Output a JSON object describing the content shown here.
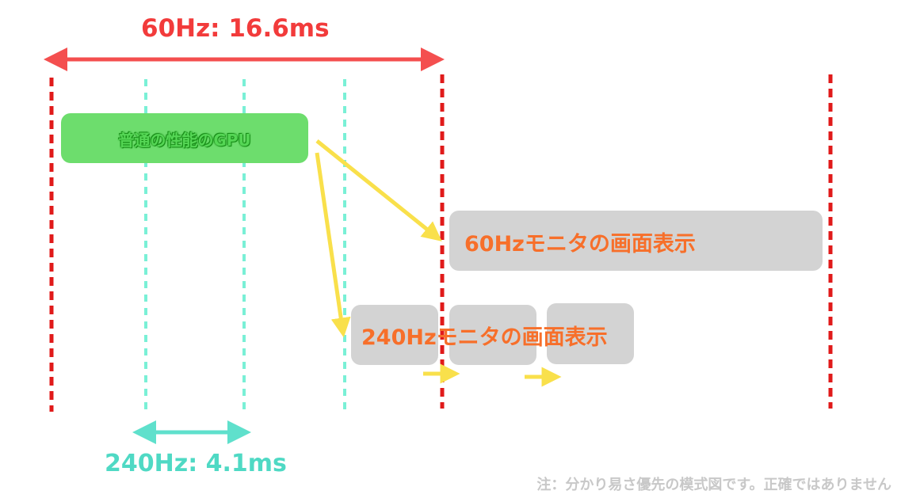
{
  "title_60": "60Hz: 16.6ms",
  "title_240": "240Hz: 4.1ms",
  "gpu_label": "普通の性能のGPU",
  "monitor_60_label": "60Hzモニタの画面表示",
  "monitor_240_label": "240Hzモニタの画面表示",
  "note": "注：分かり易さ優先の模式図です。正確ではありません",
  "colors": {
    "red": "#f23b3b",
    "teal": "#4fd9c4",
    "green_box": "#6ddd6d",
    "grey_box": "#d3d3d3",
    "orange_text": "#f76f2a",
    "yellow_arrow": "#f9e04b",
    "note_text": "#c8c8c8"
  }
}
